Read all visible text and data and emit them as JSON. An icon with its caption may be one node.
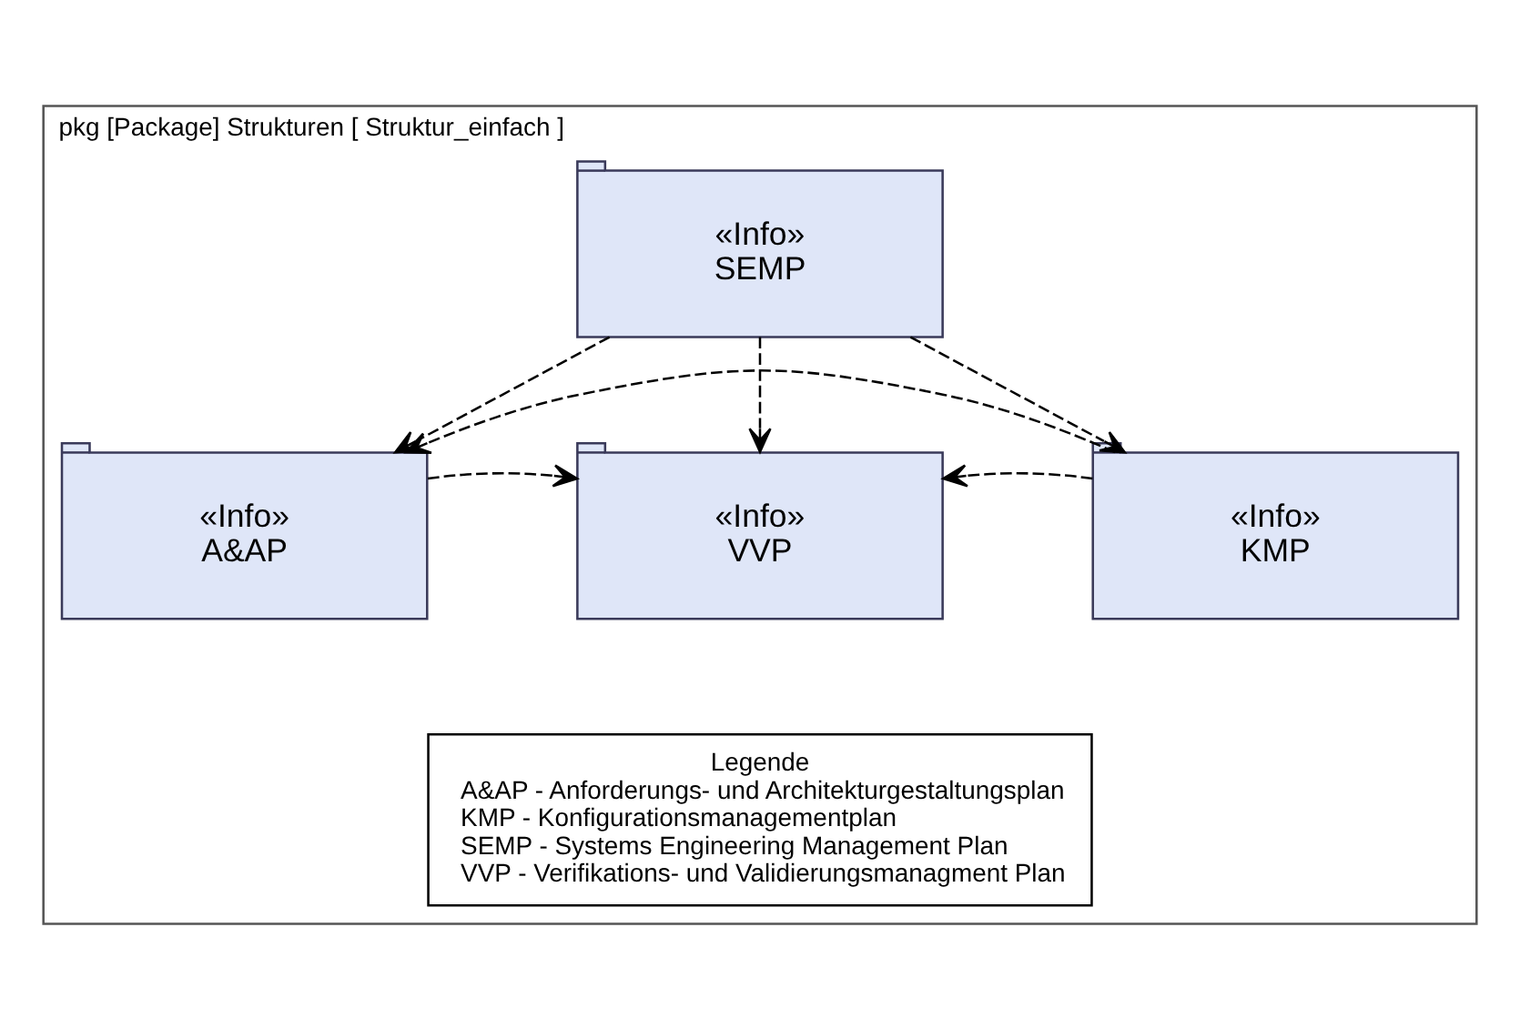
{
  "diagram": {
    "nodes": [
      {
        "text": [
          "pkg [Package] Strukturen [ Struktur_einfach ]"
        ]
      },
      {
        "text": [
          "«Info»",
          "SEMP"
        ],
        "in": 0
      },
      {
        "text": [
          "«Info»",
          "A&AP"
        ],
        "in": 0
      },
      {
        "text": [
          "«Info»",
          "VVP"
        ],
        "in": 0
      },
      {
        "text": [
          "«Info»",
          "KMP"
        ],
        "in": 0
      },
      {
        "text": [
          "Legende",
          "A&AP - Anforderungs- und Architekturgestaltungsplan",
          "KMP - Konfigurationsmanagementplan",
          "SEMP - Systems Engineering Management Plan",
          "VVP - Verifikations- und Validierungsmanagment Plan"
        ],
        "in": 0
      }
    ],
    "edges": [
      {
        "from": 1,
        "to": 2,
        "arrow": "to",
        "style": "dashed"
      },
      {
        "from": 1,
        "to": 3,
        "arrow": "to",
        "style": "dashed"
      },
      {
        "from": 1,
        "to": 4,
        "arrow": "to",
        "style": "dashed"
      },
      {
        "from": 2,
        "to": 3,
        "arrow": "to",
        "style": "dashed"
      },
      {
        "from": 4,
        "to": 3,
        "arrow": "to",
        "style": "dashed"
      },
      {
        "from": 4,
        "to": 2,
        "arrow": "to",
        "style": "dashed"
      }
    ]
  }
}
